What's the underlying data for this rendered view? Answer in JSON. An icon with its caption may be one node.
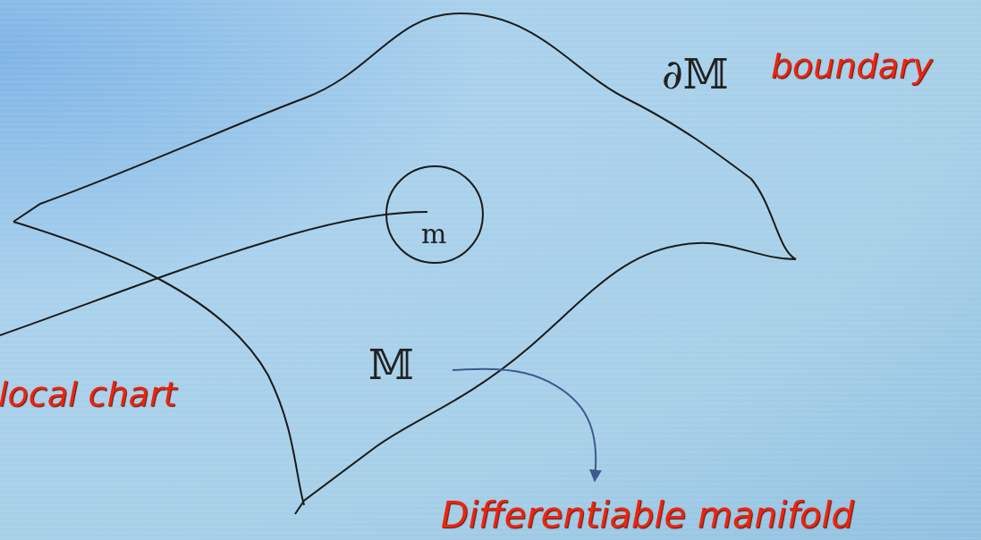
{
  "diagram": {
    "nodes": [
      {
        "text": [
          "m"
        ]
      },
      {
        "text": [
          "𝕄"
        ]
      },
      {
        "text": [
          "Differentiable manifold"
        ]
      }
    ],
    "edges": [
      {
        "from": 1,
        "to": 2,
        "arrow": "to",
        "color": "#3d5a8f"
      }
    ],
    "labels": [
      "∂𝕄",
      "boundary",
      "local chart"
    ]
  }
}
